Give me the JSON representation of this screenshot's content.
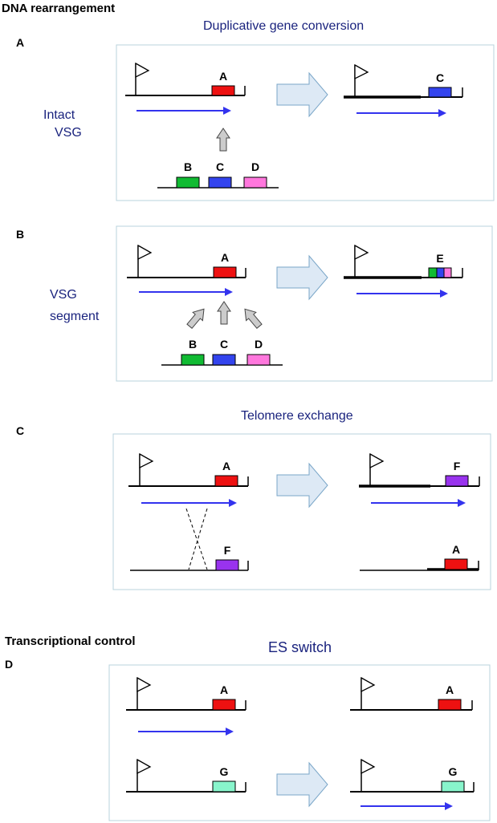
{
  "headers": {
    "dna_rearrangement": "DNA rearrangement",
    "transcriptional_control": "Transcriptional control"
  },
  "panels": {
    "a": {
      "letter": "A",
      "title": "Duplicative gene conversion",
      "side_label_1": "Intact",
      "side_label_2": "VSG"
    },
    "b": {
      "letter": "B",
      "side_label_1": "VSG",
      "side_label_2": "segment"
    },
    "c": {
      "letter": "C",
      "title": "Telomere exchange"
    },
    "d": {
      "letter": "D",
      "title": "ES switch"
    }
  },
  "genes": {
    "A": "A",
    "B": "B",
    "C": "C",
    "D": "D",
    "E": "E",
    "F": "F",
    "G": "G"
  },
  "colors": {
    "A": "#ee1111",
    "B": "#11bb33",
    "C": "#3344ee",
    "D": "#ff77dd",
    "F": "#9933ee",
    "G": "#88f5cc",
    "transcription_arrow": "#3333ee",
    "panel_border": "#b9d3dc",
    "big_arrow_fill": "#dde9f5",
    "title_text": "#1a237e"
  }
}
